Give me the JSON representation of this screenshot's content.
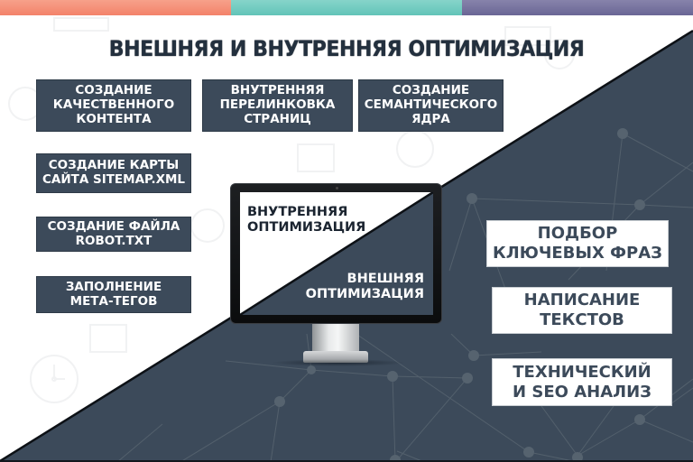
{
  "colors": {
    "bar_coral": "#f58a6e",
    "bar_teal": "#6fcbbf",
    "bar_purple": "#746f9c",
    "dark_panel": "#3c4a5a",
    "title_text": "#23303e",
    "white": "#ffffff"
  },
  "header": {
    "title": "ВНЕШНЯЯ И ВНУТРЕННЯЯ ОПТИМИЗАЦИЯ"
  },
  "internal_optimization": {
    "items": [
      {
        "label": "СОЗДАНИЕ\nКАЧЕСТВЕННОГО\nКОНТЕНТА"
      },
      {
        "label": "ВНУТРЕННЯЯ\nПЕРЕЛИНКОВКА\nСТРАНИЦ"
      },
      {
        "label": "СОЗДАНИЕ\nСЕМАНТИЧЕСКОГО\nЯДРА"
      },
      {
        "label": "СОЗДАНИЕ КАРТЫ\nСАЙТА SITEMAP.XML"
      },
      {
        "label": "СОЗДАНИЕ ФАЙЛА\nROBOT.TXT"
      },
      {
        "label": "ЗАПОЛНЕНИЕ\nМЕТА-ТЕГОВ"
      }
    ]
  },
  "monitor": {
    "inner_label": "ВНУТРЕННЯЯ\nОПТИМИЗАЦИЯ",
    "outer_label": "ВНЕШНЯЯ\nОПТИМИЗАЦИЯ"
  },
  "external_optimization": {
    "items": [
      {
        "label": "ПОДБОР\nКЛЮЧЕВЫХ ФРАЗ"
      },
      {
        "label": "НАПИСАНИЕ\nТЕКСТОВ"
      },
      {
        "label": "ТЕХНИЧЕСКИЙ\nИ SEO АНАЛИЗ"
      }
    ]
  }
}
